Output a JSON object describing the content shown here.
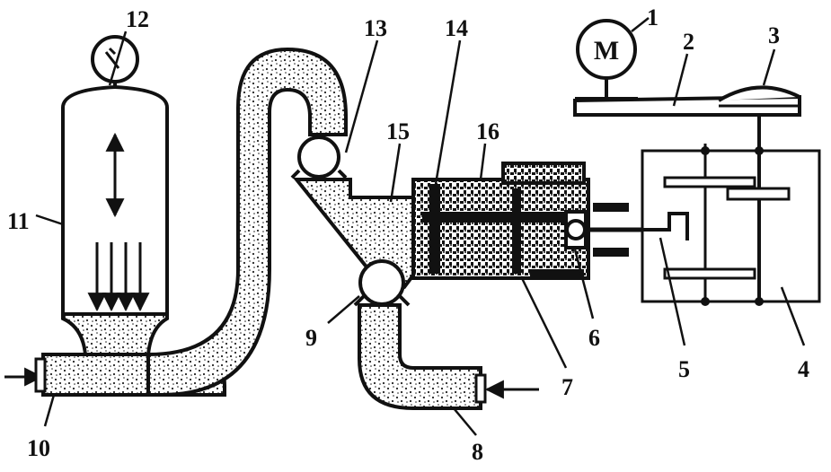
{
  "diagram": {
    "motor_symbol": "M",
    "labels": {
      "n1": "1",
      "n2": "2",
      "n3": "3",
      "n4": "4",
      "n5": "5",
      "n6": "6",
      "n7": "7",
      "n8": "8",
      "n9": "9",
      "n10": "10",
      "n11": "11",
      "n12": "12",
      "n13": "13",
      "n14": "14",
      "n15": "15",
      "n16": "16"
    },
    "colors": {
      "ink": "#111111",
      "fill": "#ffffff"
    }
  }
}
